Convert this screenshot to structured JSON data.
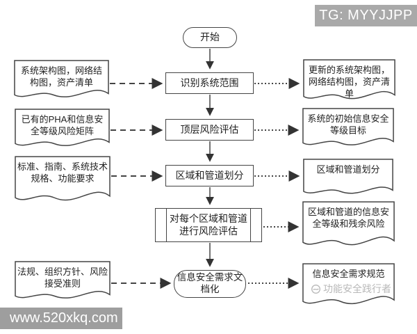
{
  "colors": {
    "background": "#ffffff",
    "line": "#444444",
    "text": "#222222",
    "tg_banner_bg": "#a9a9a9",
    "site_banner_bg": "#9e9e9e",
    "banner_text": "#ffffff",
    "watermark_text": "#b8b8b8"
  },
  "overlays": {
    "tg_banner": "TG: MYYJJPP",
    "site_banner": "www.520xkq.com",
    "watermark": "功能安全践行者"
  },
  "flowchart": {
    "start_label": "开始",
    "steps": [
      {
        "label": "识别系统范围",
        "shape": "process"
      },
      {
        "label": "顶层风险评估",
        "shape": "process"
      },
      {
        "label": "区域和管道划分",
        "shape": "process"
      },
      {
        "label": "对每个区域和管道进行风险评估",
        "shape": "predefined-process"
      },
      {
        "label": "信息安全需求文档化",
        "shape": "terminator"
      }
    ],
    "inputs": [
      {
        "label": "系统架构图，网络结构图，资产清单",
        "to_step": "识别系统范围"
      },
      {
        "label": "已有的PHA和信息安全等级风险矩阵",
        "to_step": "顶层风险评估"
      },
      {
        "label": "标准、指南、系统技术规格、功能要求",
        "to_step": "区域和管道划分"
      },
      {
        "label": "法规、组织方针、风险接受准则",
        "to_step": "信息安全需求文档化"
      }
    ],
    "outputs": [
      {
        "label": "更新的系统架构图，网络结构图，资产清单",
        "from_step": "识别系统范围"
      },
      {
        "label": "系统的初始信息安全等级目标",
        "from_step": "顶层风险评估"
      },
      {
        "label": "区域和管道划分",
        "from_step": "区域和管道划分"
      },
      {
        "label": "区域和管道的信息安全等级和残余风险",
        "from_step": "对每个区域和管道进行风险评估"
      },
      {
        "label": "信息安全需求规范",
        "from_step": "信息安全需求文档化"
      }
    ]
  }
}
